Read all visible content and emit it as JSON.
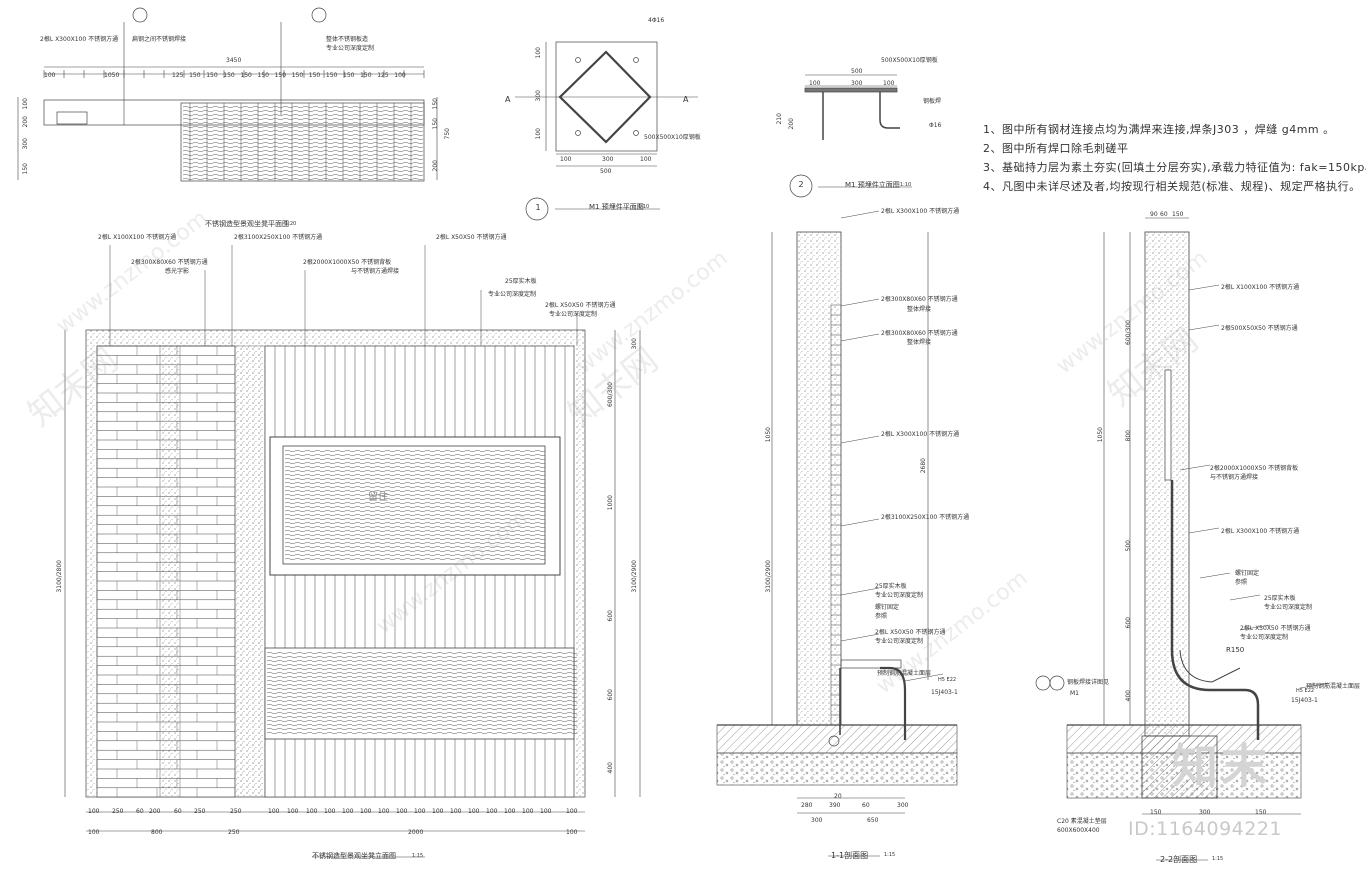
{
  "notes": [
    "1、图中所有钢材连接点均为满焊来连接,焊条J303 ，焊缝 g4mm 。",
    "2、图中所有焊口除毛刺磋平",
    "3、基础持力层为素土夯实(回填土分层夯实),承载力特征值为: fak=150kpa",
    "4、凡图中未详尽述及者,均按现行相关规范(标准、规程)、规定严格执行。"
  ],
  "plan_view": {
    "title": "不锈钢造型景观坐凳平面图",
    "scale": "1:20",
    "callouts": [
      "2根L X300X100 不锈钢方通",
      "扁钢之间不锈钢焊接",
      "整体不锈钢板造",
      "专业公司深度定制"
    ],
    "top_dims": [
      "3450",
      "100",
      "1050",
      "125",
      "150",
      "150",
      "150",
      "150",
      "150",
      "150",
      "150",
      "150",
      "150",
      "150",
      "150",
      "125",
      "100"
    ],
    "side_dims": [
      "100",
      "200",
      "300",
      "150",
      "150",
      "150",
      "200",
      "750"
    ]
  },
  "detail_m1": {
    "title": "M1 预埋件平面图",
    "scale": "1:10",
    "circle": "1",
    "section_mark": "A",
    "labels": [
      "4Φ16",
      "500X500X10厚钢板"
    ],
    "dims_h": [
      "100",
      "300",
      "100",
      "500"
    ],
    "dims_v": [
      "100",
      "300",
      "100"
    ]
  },
  "detail_m1_elev": {
    "title": "M1 预埋件立面图",
    "scale": "1:10",
    "circle": "2",
    "labels": [
      "500X500X10厚钢板",
      "钢板焊",
      "Φ16"
    ],
    "dims_h": [
      "500",
      "100",
      "300",
      "100"
    ],
    "dims_v": [
      "210",
      "200"
    ]
  },
  "front_elev": {
    "title": "不锈钢造型景观坐凳立面图",
    "scale": "1:15",
    "callouts": [
      "2根L X100X100 不锈钢方通",
      "2根300X80X60 不锈钢方通",
      "感光字影",
      "2根3100X250X100 不锈钢方通",
      "2根2000X1000X50 不锈钢背板",
      "与不锈钢方通焊接",
      "2根L X50X50 不锈钢方通",
      "25厚实木板",
      "专业公司深度定制",
      "2根L X50X50 不锈钢方通",
      "专业公司深度定制"
    ],
    "bottom_dims_1": [
      "100",
      "250",
      "60",
      "200",
      "60",
      "250",
      "250",
      "100",
      "100",
      "100",
      "100",
      "100",
      "100",
      "100",
      "100",
      "100",
      "100",
      "100",
      "100",
      "100",
      "100",
      "100",
      "100",
      "100"
    ],
    "bottom_dims_2": [
      "100",
      "800",
      "250",
      "2000",
      "100"
    ],
    "left_dim": "3100/2800",
    "right_dims": [
      "300",
      "600/300",
      "1000",
      "3100/2900",
      "600",
      "600",
      "400"
    ],
    "sign_text": "留住"
  },
  "section_1": {
    "title": "1-1剖面图",
    "scale": "1:15",
    "callouts": [
      "2根L X300X100 不锈钢方通",
      "2根300X80X60 不锈钢方通",
      "整体焊接",
      "2根300X80X60 不锈钢方通",
      "整体焊接",
      "2根L X300X100 不锈钢方通",
      "2根3100X250X100 不锈钢方通",
      "25厚实木板",
      "专业公司深度定制",
      "螺钉固定",
      "参照",
      "2根L X50X50 不锈钢方通",
      "专业公司深度定制",
      "预制钢筋混凝土面层",
      "15J403-1"
    ],
    "dims_v": [
      "1050",
      "3100/2900",
      "2680"
    ],
    "dims_h": [
      "20",
      "280",
      "390",
      "60",
      "300",
      "650"
    ],
    "ref_mark": "H5 E22"
  },
  "section_2": {
    "title": "2-2剖面图",
    "scale": "1:15",
    "callouts": [
      "2根L X100X100 不锈钢方通",
      "2根500X50X50 不锈钢方通",
      "2根2000X1000X50 不锈钢背板",
      "与不锈钢方通焊接",
      "2根L X300X100 不锈钢方通",
      "螺钉固定",
      "参照",
      "25厚实木板",
      "专业公司深度定制",
      "2根L X50X50 不锈钢方通",
      "专业公司深度定制",
      "预制钢筋混凝土面层",
      "15J403-1",
      "C20 素混凝土垫层",
      "600X600X400",
      "M1",
      "钢板焊接详图见"
    ],
    "top_dims": [
      "90",
      "60",
      "150"
    ],
    "dims_v": [
      "600/300",
      "1050",
      "800",
      "500",
      "600",
      "400"
    ],
    "dims_h": [
      "150",
      "300",
      "150"
    ],
    "radius": "R150",
    "ref_mark": "H5 E22"
  },
  "watermark": {
    "id_text": "ID:1164094221",
    "logo_text": "知末",
    "site_text": "www.znzmo.com",
    "brand_text": "知末网"
  }
}
